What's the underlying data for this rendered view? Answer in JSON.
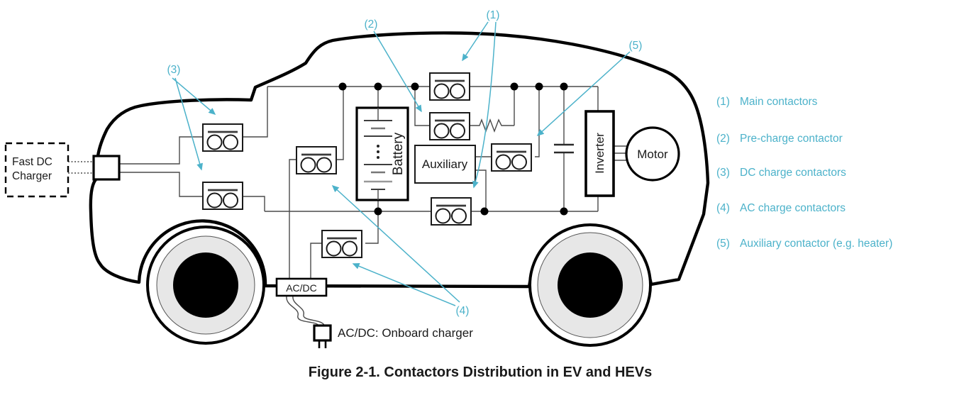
{
  "figure_caption": "Figure 2-1. Contactors Distribution in EV and HEVs",
  "colors": {
    "accent_teal": "#4cb2ca",
    "wire_gray": "#4a4a4a",
    "outline_black": "#000000",
    "wheel_gray": "#e7e7e7"
  },
  "components": {
    "fast_dc_charger_line1": "Fast DC",
    "fast_dc_charger_line2": "Charger",
    "battery_label": "Battery",
    "auxiliary_label": "Auxiliary",
    "inverter_label": "Inverter",
    "motor_label": "Motor",
    "onboard_charger_label": "AC/DC",
    "onboard_charger_note": "AC/DC: Onboard charger"
  },
  "callouts": {
    "c1": "(1)",
    "c2": "(2)",
    "c3": "(3)",
    "c4": "(4)",
    "c5": "(5)"
  },
  "legend": [
    {
      "num": "(1)",
      "text": "Main contactors"
    },
    {
      "num": "(2)",
      "text": "Pre-charge contactor"
    },
    {
      "num": "(3)",
      "text": "DC charge contactors"
    },
    {
      "num": "(4)",
      "text": "AC charge contactors"
    },
    {
      "num": "(5)",
      "text": "Auxiliary contactor (e.g. heater)"
    }
  ]
}
